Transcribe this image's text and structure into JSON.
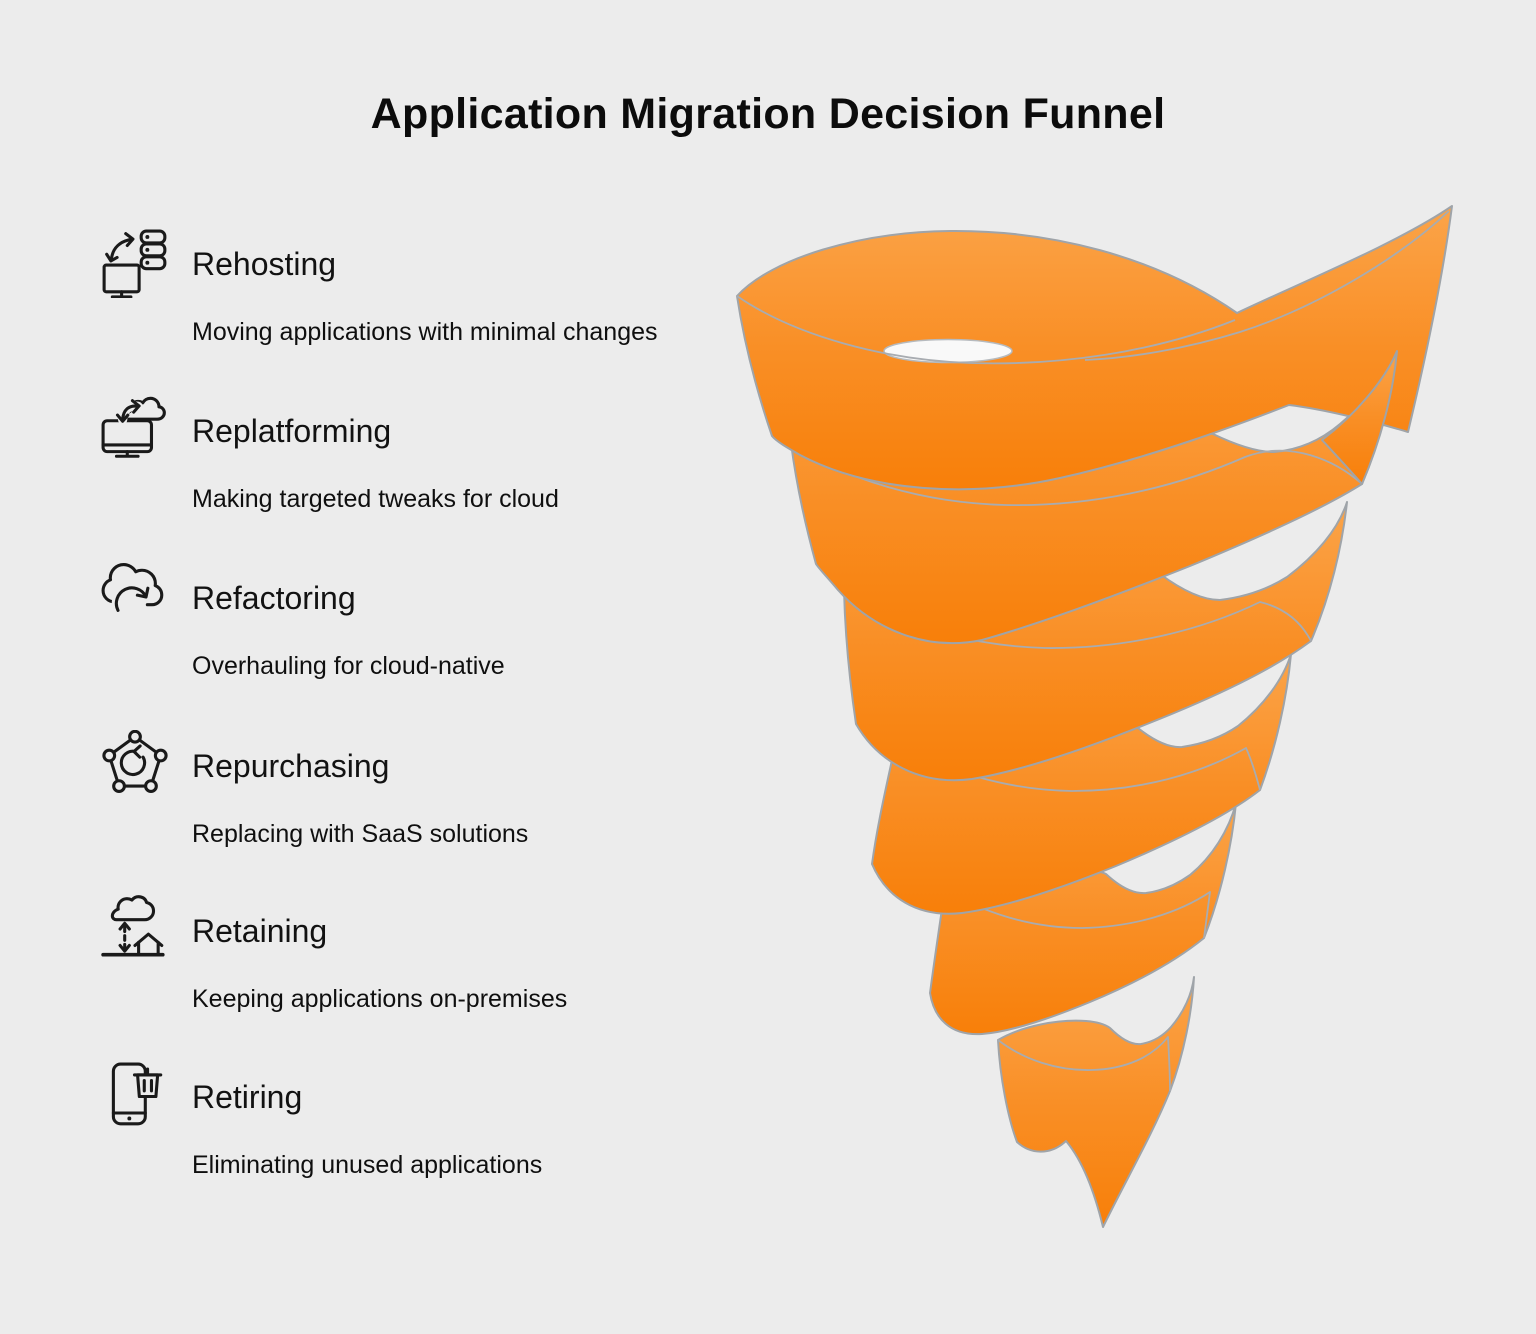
{
  "page": {
    "title": "Application Migration Decision Funnel"
  },
  "items": [
    {
      "icon": "rehosting-icon",
      "title": "Rehosting",
      "description": "Moving applications with minimal changes"
    },
    {
      "icon": "replatforming-icon",
      "title": "Replatforming",
      "description": "Making targeted tweaks for cloud"
    },
    {
      "icon": "refactoring-icon",
      "title": "Refactoring",
      "description": "Overhauling for cloud-native"
    },
    {
      "icon": "repurchasing-icon",
      "title": "Repurchasing",
      "description": "Replacing with SaaS solutions"
    },
    {
      "icon": "retaining-icon",
      "title": "Retaining",
      "description": "Keeping applications on-premises"
    },
    {
      "icon": "retiring-icon",
      "title": "Retiring",
      "description": "Eliminating unused applications"
    }
  ],
  "funnel": {
    "type": "spiral-funnel",
    "levels": 6,
    "colors": {
      "ribbon_top": "#FBA449",
      "ribbon_mid": "#F98F26",
      "ribbon_bottom": "#F87F09",
      "outline": "#9FA4A9",
      "background": "#ECECEC",
      "mouth_hole": "#F9F9F9"
    }
  }
}
